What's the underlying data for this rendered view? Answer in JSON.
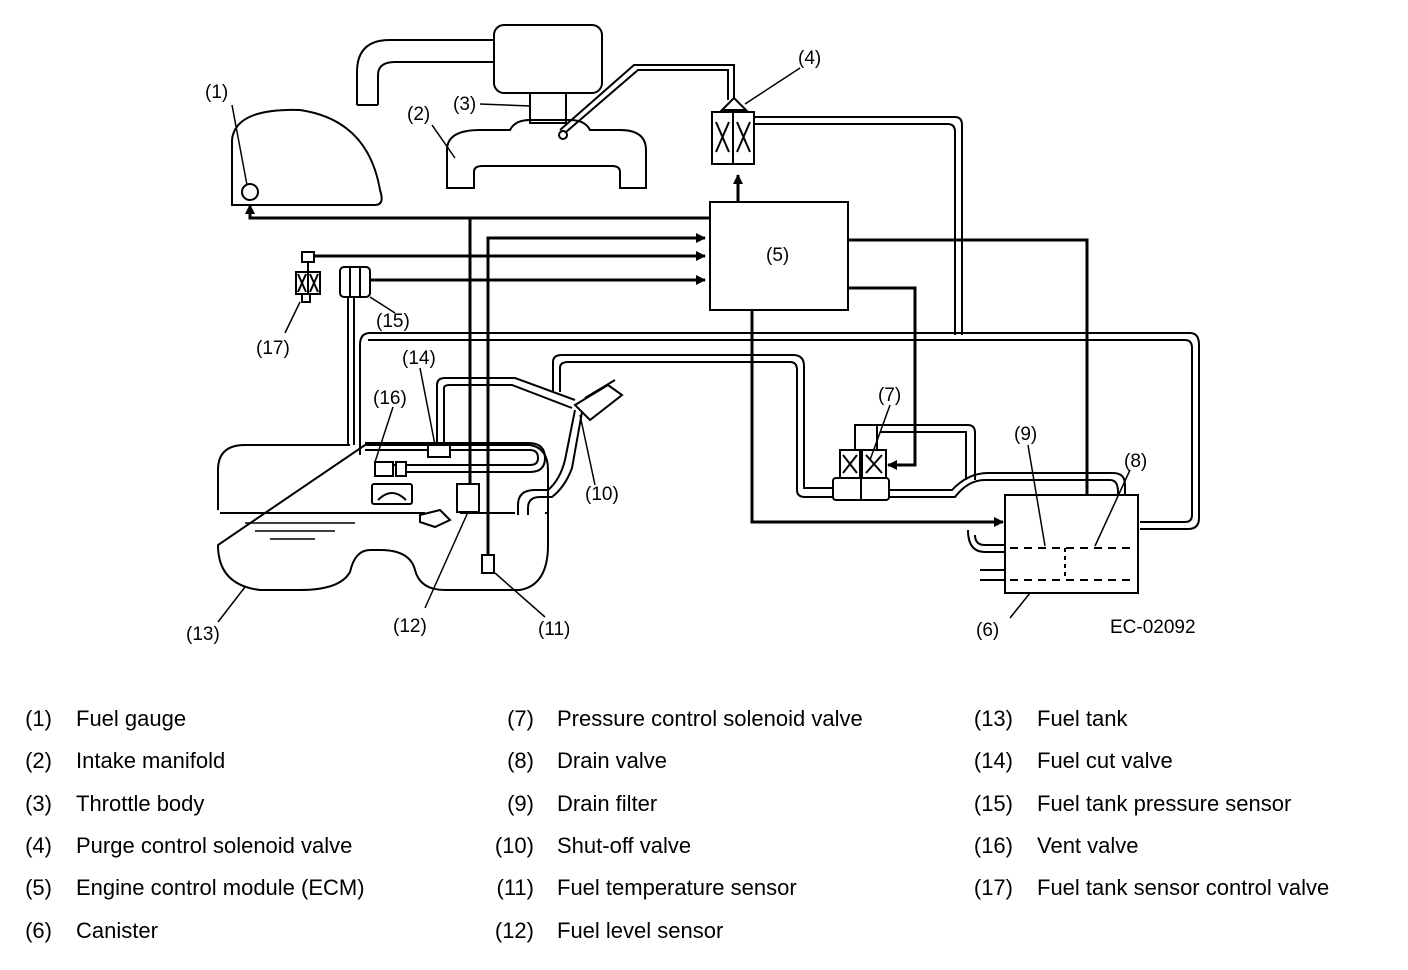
{
  "figure_code": "EC-02092",
  "callouts": [
    "(1)",
    "(2)",
    "(3)",
    "(4)",
    "(5)",
    "(6)",
    "(7)",
    "(8)",
    "(9)",
    "(10)",
    "(11)",
    "(12)",
    "(13)",
    "(14)",
    "(15)",
    "(16)",
    "(17)"
  ],
  "legend": [
    {
      "num": "(1)",
      "name": "Fuel gauge"
    },
    {
      "num": "(2)",
      "name": "Intake manifold"
    },
    {
      "num": "(3)",
      "name": "Throttle body"
    },
    {
      "num": "(4)",
      "name": "Purge control solenoid valve"
    },
    {
      "num": "(5)",
      "name": "Engine control module (ECM)"
    },
    {
      "num": "(6)",
      "name": "Canister"
    },
    {
      "num": "(7)",
      "name": "Pressure control solenoid valve"
    },
    {
      "num": "(8)",
      "name": "Drain valve"
    },
    {
      "num": "(9)",
      "name": "Drain filter"
    },
    {
      "num": "(10)",
      "name": "Shut-off valve"
    },
    {
      "num": "(11)",
      "name": "Fuel temperature sensor"
    },
    {
      "num": "(12)",
      "name": "Fuel level sensor"
    },
    {
      "num": "(13)",
      "name": "Fuel tank"
    },
    {
      "num": "(14)",
      "name": "Fuel cut valve"
    },
    {
      "num": "(15)",
      "name": "Fuel tank pressure sensor"
    },
    {
      "num": "(16)",
      "name": "Vent valve"
    },
    {
      "num": "(17)",
      "name": "Fuel tank sensor control valve"
    }
  ]
}
